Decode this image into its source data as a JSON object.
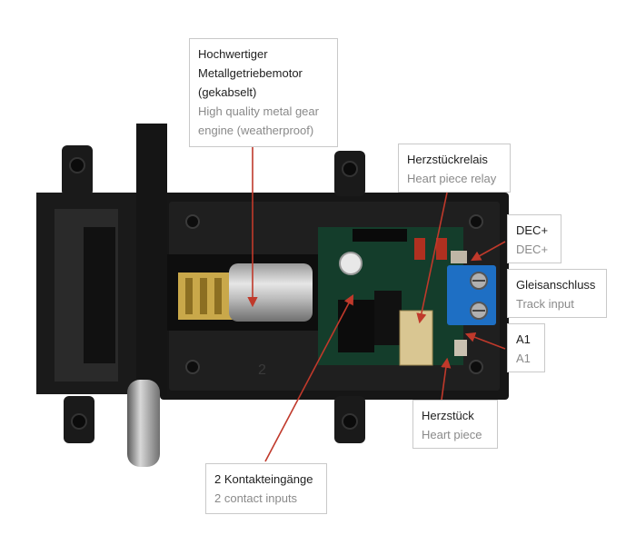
{
  "callouts": {
    "motor": {
      "de_lines": [
        "Hochwertiger",
        "Metallgetriebemotor",
        "(gekabselt)"
      ],
      "en_lines": [
        "High quality metal gear",
        "engine (weatherproof)"
      ]
    },
    "relay": {
      "de": "Herzstückrelais",
      "en": "Heart piece relay"
    },
    "dec": {
      "de": "DEC+",
      "en": "DEC+"
    },
    "track": {
      "de": "Gleisanschluss",
      "en": "Track input"
    },
    "a1": {
      "de": "A1",
      "en": "A1"
    },
    "frog": {
      "de": "Herzstück",
      "en": "Heart piece"
    },
    "contacts": {
      "de": "2 Kontakteingänge",
      "en": "2 contact inputs"
    }
  },
  "colors": {
    "arrow": "#c0392b",
    "housing": "#161616",
    "pcb": "#143d2b",
    "terminal": "#1e6fc4"
  },
  "board_print": {
    "housing_number": "2"
  }
}
